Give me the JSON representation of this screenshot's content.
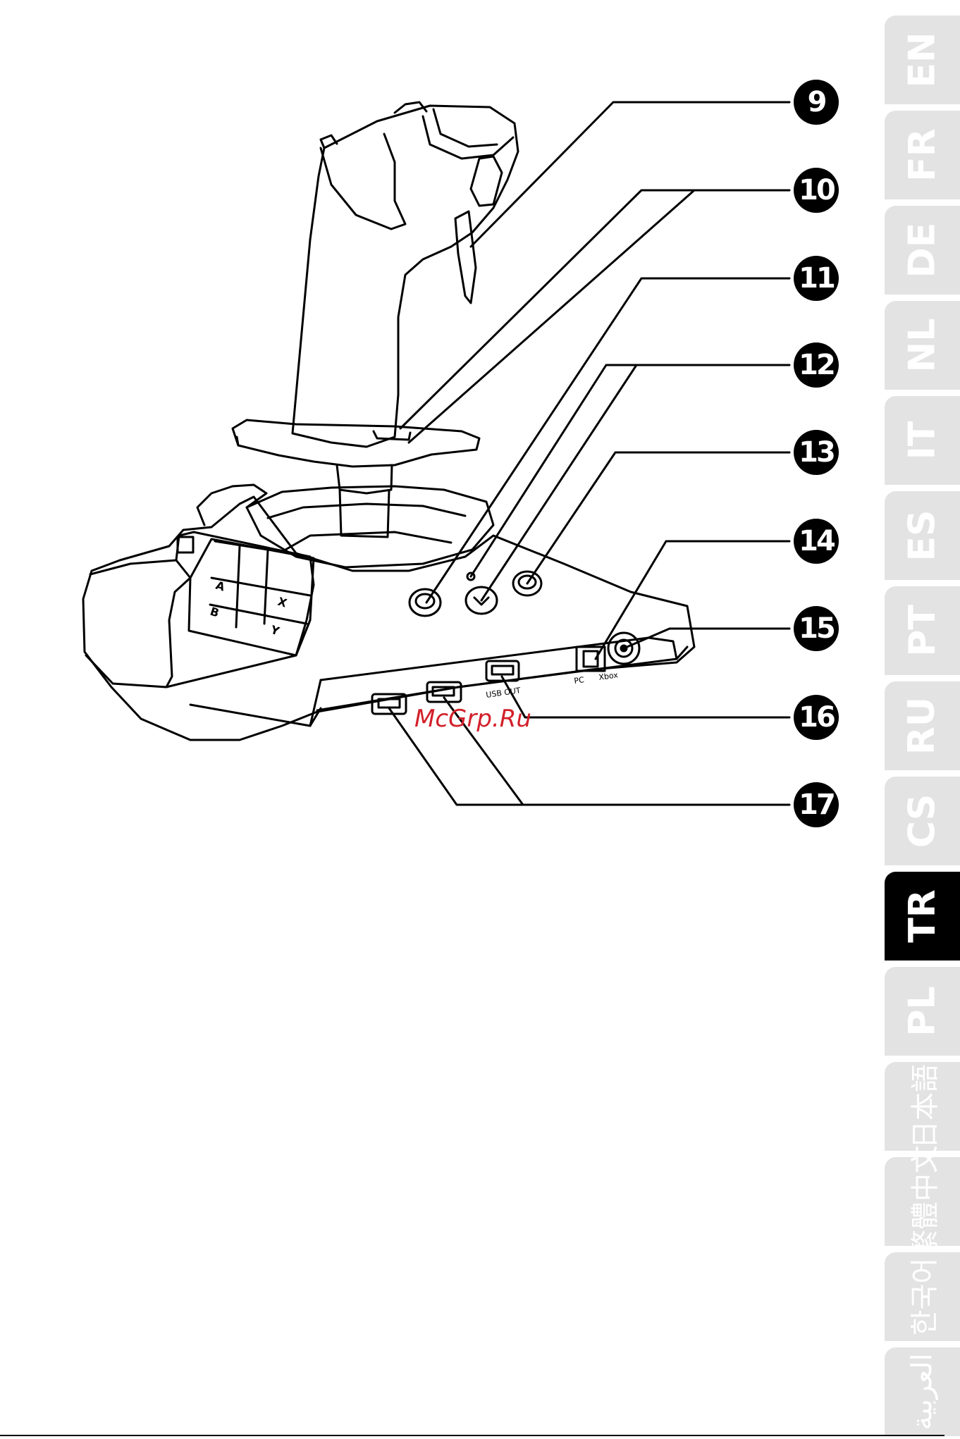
{
  "callouts": [
    "9",
    "10",
    "11",
    "12",
    "13",
    "14",
    "15",
    "16",
    "17"
  ],
  "panel": {
    "buttons": [
      "A",
      "B",
      "X",
      "Y"
    ],
    "usb_label": "USB OUT",
    "port_label_pc": "PC",
    "port_label_xbox": "Xbox"
  },
  "watermark": "McGrp.Ru",
  "language_tabs": [
    {
      "label": "EN",
      "active": false
    },
    {
      "label": "FR",
      "active": false
    },
    {
      "label": "DE",
      "active": false
    },
    {
      "label": "NL",
      "active": false
    },
    {
      "label": "IT",
      "active": false
    },
    {
      "label": "ES",
      "active": false
    },
    {
      "label": "PT",
      "active": false
    },
    {
      "label": "RU",
      "active": false
    },
    {
      "label": "CS",
      "active": false
    },
    {
      "label": "TR",
      "active": true
    },
    {
      "label": "PL",
      "active": false
    },
    {
      "label": "日本語",
      "active": false
    },
    {
      "label": "繁體中文",
      "active": false
    },
    {
      "label": "한국어",
      "active": false
    },
    {
      "label": "العربية",
      "active": false
    }
  ],
  "colors": {
    "tab_inactive": "#e3e3e3",
    "tab_active": "#000000",
    "watermark": "#d3202a"
  }
}
